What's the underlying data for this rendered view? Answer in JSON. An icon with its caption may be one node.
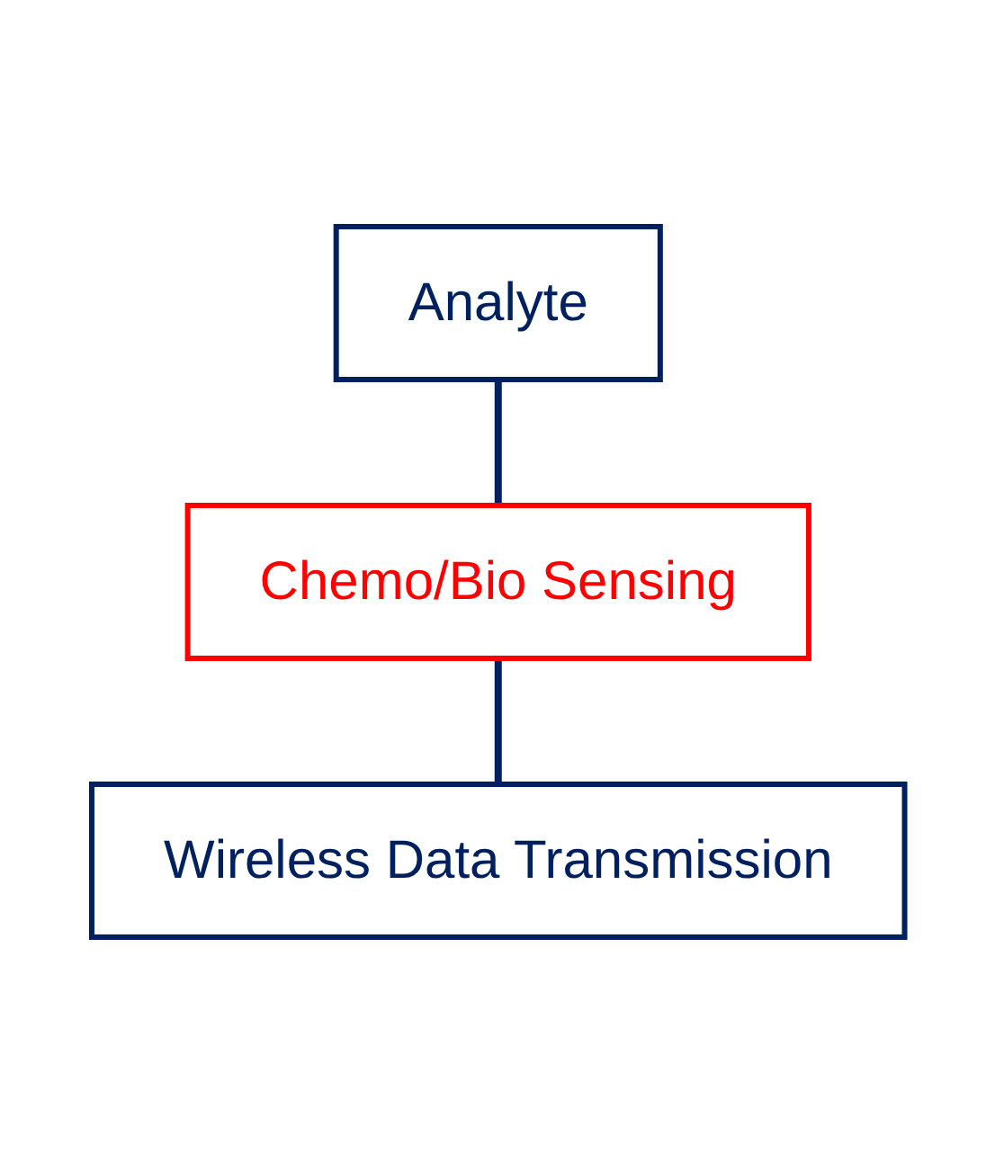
{
  "diagram": {
    "nodes": [
      {
        "text": [
          "Analyte"
        ]
      },
      {
        "text": [
          "Chemo/Bio Sensing"
        ]
      },
      {
        "text": [
          "Wireless Data Transmission"
        ]
      }
    ],
    "edges": [
      {
        "from": 0,
        "to": 1,
        "arrow": "none"
      },
      {
        "from": 1,
        "to": 2,
        "arrow": "none"
      }
    ]
  }
}
